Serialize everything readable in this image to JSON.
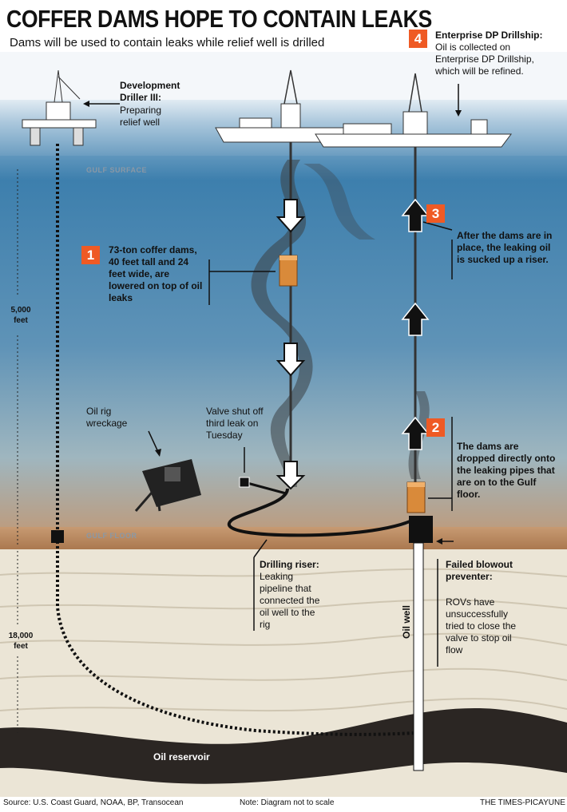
{
  "header": {
    "title": "COFFER DAMS HOPE TO CONTAIN LEAKS",
    "subtitle": "Dams will be used to contain leaks while relief well is drilled"
  },
  "surface": {
    "driller_title": "Development Driller III:",
    "driller_desc": "Preparing relief well",
    "gulf_surface": "GULF SURFACE",
    "gulf_floor": "GULF FLOOR"
  },
  "steps": [
    {
      "num": "1",
      "text": "73-ton coffer dams, 40 feet tall and 24 feet wide, are lowered on top of oil leaks"
    },
    {
      "num": "2",
      "text": "The dams are dropped directly onto the leaking pipes that are on to the Gulf floor."
    },
    {
      "num": "3",
      "text": "After the dams are in place, the leaking oil is sucked up a riser."
    },
    {
      "num": "4",
      "title": "Enterprise DP Drillship:",
      "text": "Oil is collected on Enterprise DP Drillship, which will be refined."
    }
  ],
  "depths": {
    "sea": "5,000 feet",
    "ground": "18,000 feet"
  },
  "labels": {
    "wreckage": "Oil rig wreckage",
    "valve": "Valve shut off third leak on Tuesday",
    "riser_title": "Drilling riser:",
    "riser_desc": "Leaking pipeline that connected the oil well to the rig",
    "bop_title": "Failed blowout preventer:",
    "bop_desc": "ROVs have unsuccessfully tried to close the valve to stop oil flow",
    "oil_well": "Oil well",
    "reservoir": "Oil reservoir"
  },
  "footer": {
    "source": "Source: U.S. Coast Guard, NOAA, BP, Transocean",
    "note": "Note: Diagram not to scale",
    "credit": "THE TIMES-PICAYUNE"
  },
  "colors": {
    "accent": "#ef5a24",
    "sea_top": "#2e6d9c",
    "seafloor": "#b98a5e",
    "rock": "#e8e2d3",
    "reservoir": "#2a2622"
  }
}
